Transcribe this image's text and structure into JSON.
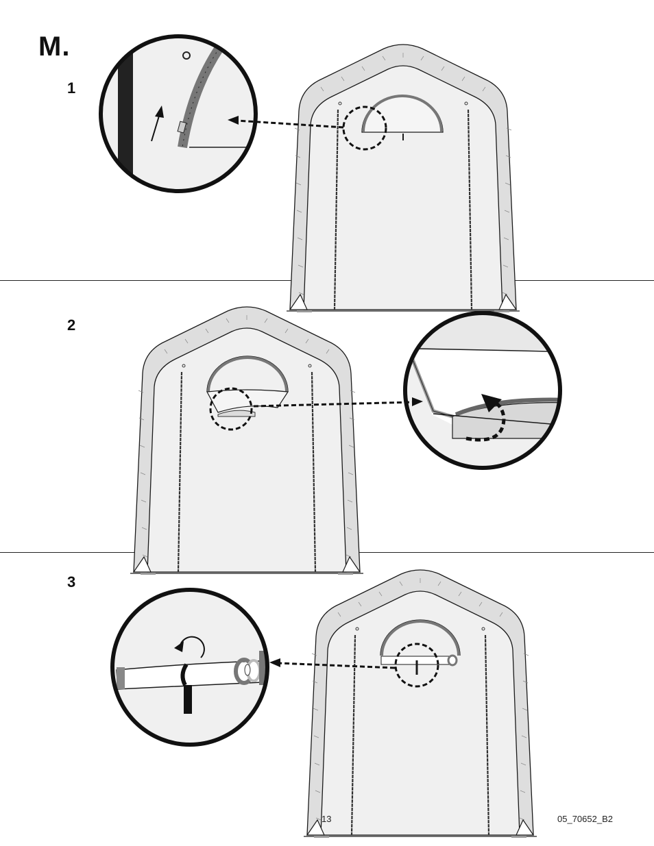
{
  "section": {
    "letter": "M."
  },
  "steps": [
    {
      "number": "1"
    },
    {
      "number": "2"
    },
    {
      "number": "3"
    }
  ],
  "footer": {
    "page_number": "13",
    "doc_code": "05_70652_B2"
  },
  "colors": {
    "line": "#1a1a1a",
    "fabric": "#eeeeee",
    "frame": "#dcdcdc",
    "zipper": "#777777"
  }
}
